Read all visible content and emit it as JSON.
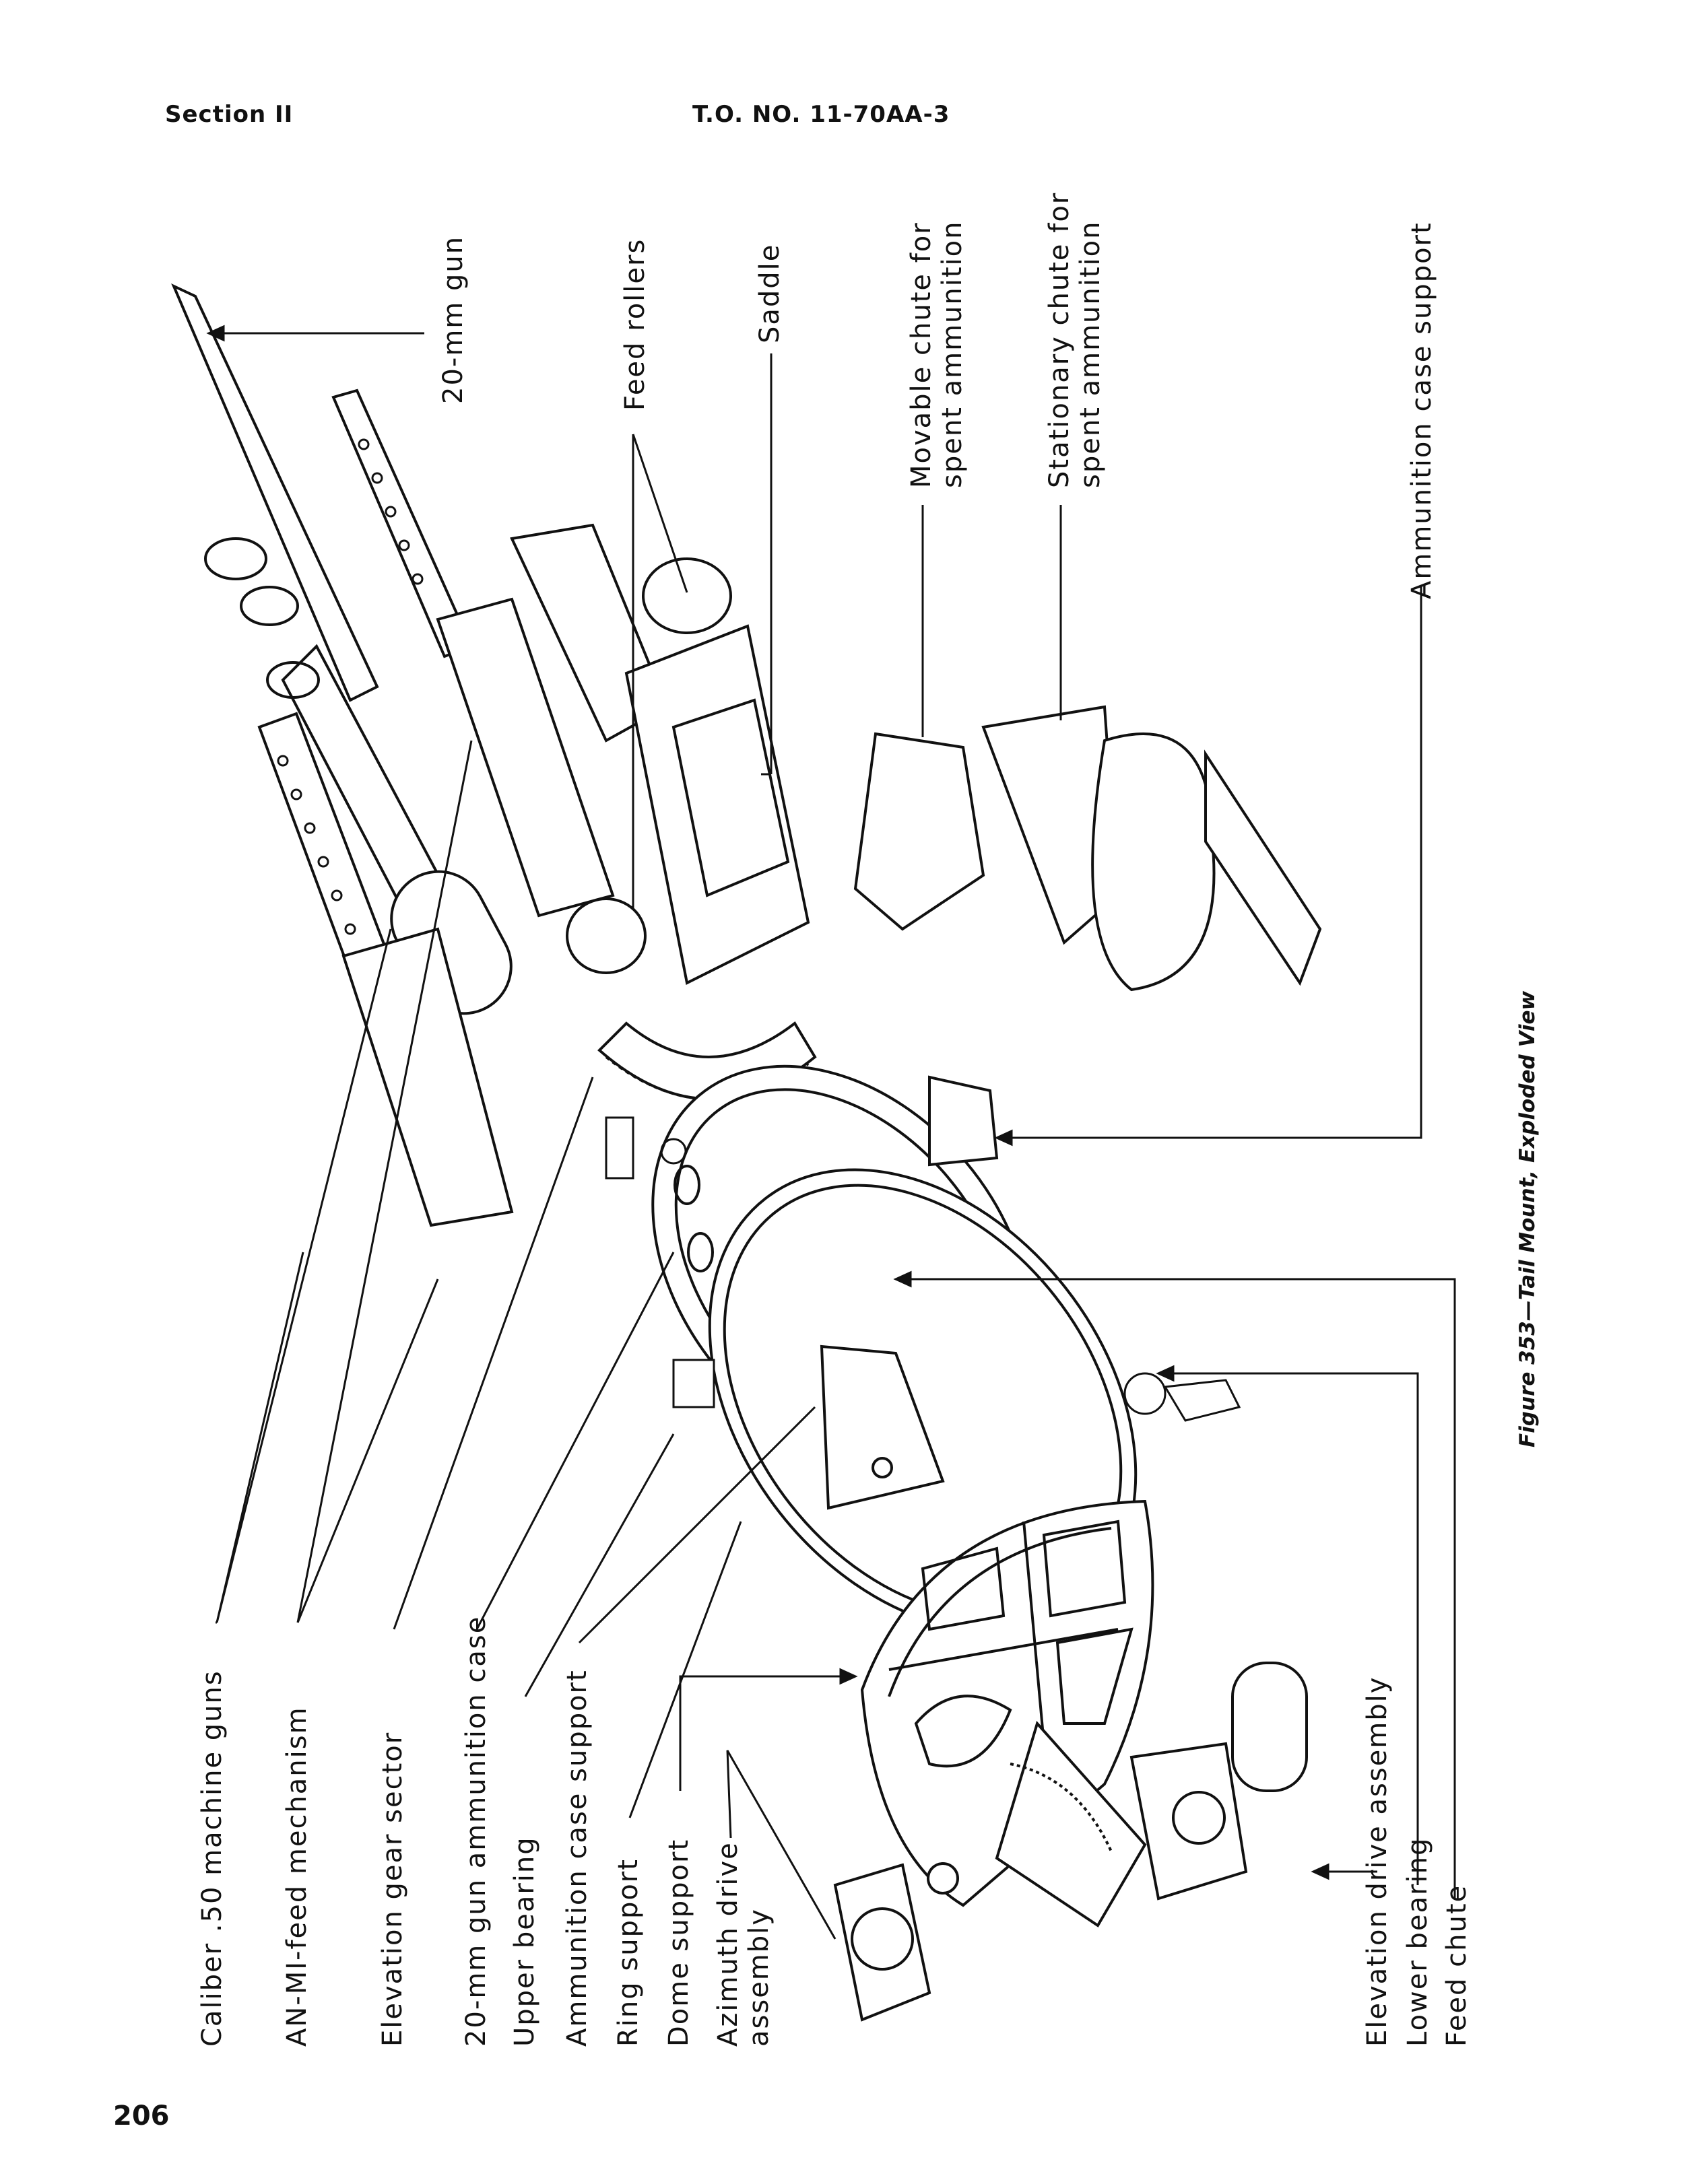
{
  "header": {
    "section": "Section II",
    "document_number": "T.O. NO. 11-70AA-3"
  },
  "page_number": "206",
  "figure_caption": "Figure 353—Tail Mount, Exploded View",
  "labels": {
    "gun_20mm": "20-mm gun",
    "feed_rollers": "Feed rollers",
    "saddle": "Saddle",
    "movable_chute_1": "Movable chute for",
    "movable_chute_2": "spent ammunition",
    "stationary_chute_1": "Stationary chute for",
    "stationary_chute_2": "spent ammunition",
    "ammo_case_support_top": "Ammunition case support",
    "caliber_guns": "Caliber .50 machine guns",
    "feed_mechanism": "AN-MI-feed mechanism",
    "elevation_gear_sector": "Elevation gear sector",
    "ammo_case_20mm": "20-mm gun ammunition case",
    "upper_bearing": "Upper bearing",
    "ammo_case_support_bottom": "Ammunition case support",
    "ring_support": "Ring support",
    "dome_support": "Dome support",
    "azimuth_drive_1": "Azimuth drive",
    "azimuth_drive_2": "assembly",
    "elevation_drive": "Elevation drive assembly",
    "lower_bearing": "Lower bearing",
    "feed_chute": "Feed chute"
  },
  "colors": {
    "ink": "#111111",
    "paper": "#ffffff"
  }
}
